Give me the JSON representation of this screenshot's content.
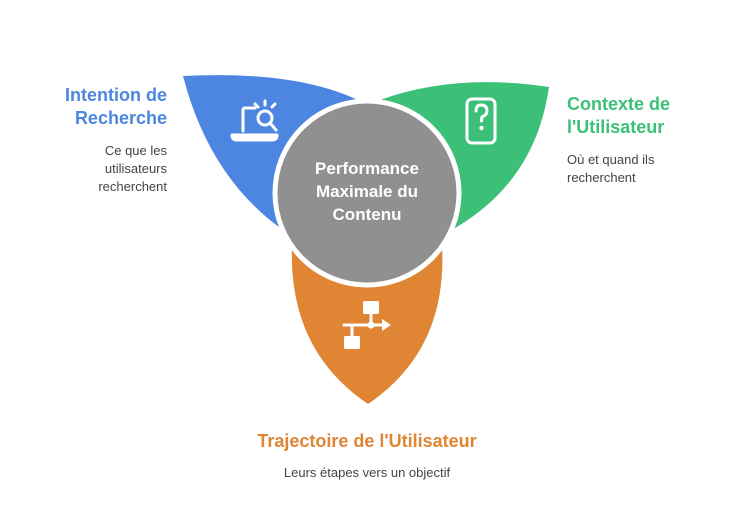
{
  "center": {
    "label": "Performance\nMaximale du\nContenu"
  },
  "petals": {
    "left": {
      "title": "Intention de\nRecherche",
      "description": "Ce que les\nutilisateurs\nrecherchent",
      "icon": "laptop-search-icon",
      "color": "#4c86e0"
    },
    "right": {
      "title": "Contexte de\nl'Utilisateur",
      "description": "Où et quand ils\nrecherchent",
      "icon": "phone-question-icon",
      "color": "#3cc078"
    },
    "bottom": {
      "title": "Trajectoire de l'Utilisateur",
      "description": "Leurs étapes vers un objectif",
      "icon": "flowchart-icon",
      "color": "#e08533"
    }
  },
  "colors": {
    "center_fill": "#909090",
    "ring": "#ffffff"
  }
}
